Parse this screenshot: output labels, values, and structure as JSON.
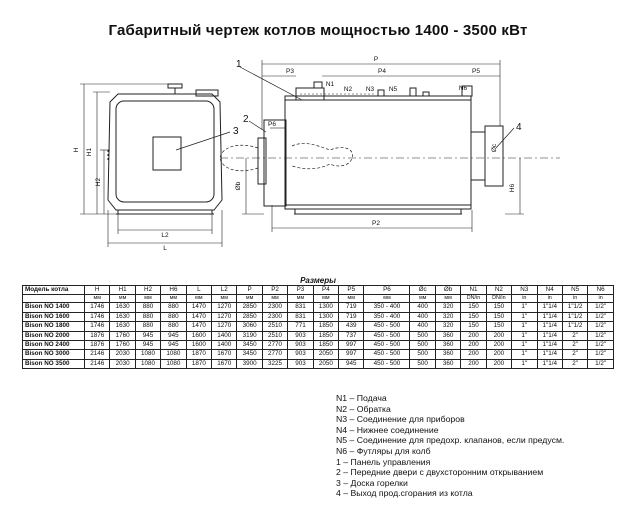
{
  "title": "Габаритный чертеж котлов мощностью  1400 - 3500 кВт",
  "drawing": {
    "dim_labels": [
      "H",
      "H1",
      "H2",
      "L",
      "L2",
      "P",
      "P2",
      "P3",
      "P4",
      "P5",
      "P6",
      "N1",
      "N2",
      "N3",
      "N5",
      "N6",
      "H6",
      "Øc",
      "Øb"
    ],
    "callouts": [
      "1",
      "2",
      "3",
      "4"
    ]
  },
  "dimensions": {
    "title": "Размеры",
    "columns": [
      "Модель котла",
      "H",
      "H1",
      "H2",
      "H6",
      "L",
      "L2",
      "P",
      "P2",
      "P3",
      "P4",
      "P5",
      "P6",
      "Øc",
      "Øb",
      "N1",
      "N2",
      "N3",
      "N4",
      "N5",
      "N6"
    ],
    "units": [
      "",
      "мм",
      "мм",
      "мм",
      "мм",
      "мм",
      "мм",
      "мм",
      "мм",
      "мм",
      "мм",
      "мм",
      "мм",
      "мм",
      "мм",
      "DN/in",
      "DN/in",
      "in",
      "in",
      "in",
      "in"
    ],
    "rows": [
      [
        "Bison NO 1400",
        "1746",
        "1630",
        "880",
        "880",
        "1470",
        "1270",
        "2850",
        "2300",
        "831",
        "1300",
        "719",
        "350 - 400",
        "400",
        "320",
        "150",
        "150",
        "1\"",
        "1\"1/4",
        "1\"1/2",
        "1/2\""
      ],
      [
        "Bison NO 1600",
        "1746",
        "1630",
        "880",
        "880",
        "1470",
        "1270",
        "2850",
        "2300",
        "831",
        "1300",
        "719",
        "350 - 400",
        "400",
        "320",
        "150",
        "150",
        "1\"",
        "1\"1/4",
        "1\"1/2",
        "1/2\""
      ],
      [
        "Bison NO 1800",
        "1746",
        "1630",
        "880",
        "880",
        "1470",
        "1270",
        "3060",
        "2510",
        "771",
        "1850",
        "439",
        "450 - 500",
        "400",
        "320",
        "150",
        "150",
        "1\"",
        "1\"1/4",
        "1\"1/2",
        "1/2\""
      ],
      [
        "Bison NO 2000",
        "1876",
        "1760",
        "945",
        "945",
        "1600",
        "1400",
        "3190",
        "2510",
        "903",
        "1850",
        "737",
        "450 - 500",
        "500",
        "360",
        "200",
        "200",
        "1\"",
        "1\"1/4",
        "2\"",
        "1/2\""
      ],
      [
        "Bison NO 2400",
        "1876",
        "1760",
        "945",
        "945",
        "1600",
        "1400",
        "3450",
        "2770",
        "903",
        "1850",
        "997",
        "450 - 500",
        "500",
        "360",
        "200",
        "200",
        "1\"",
        "1\"1/4",
        "2\"",
        "1/2\""
      ],
      [
        "Bison NO 3000",
        "2146",
        "2030",
        "1080",
        "1080",
        "1870",
        "1670",
        "3450",
        "2770",
        "903",
        "2050",
        "997",
        "450 - 500",
        "500",
        "360",
        "200",
        "200",
        "1\"",
        "1\"1/4",
        "2\"",
        "1/2\""
      ],
      [
        "Bison NO 3500",
        "2146",
        "2030",
        "1080",
        "1080",
        "1870",
        "1670",
        "3900",
        "3225",
        "903",
        "2050",
        "945",
        "450 - 500",
        "500",
        "360",
        "200",
        "200",
        "1\"",
        "1\"1/4",
        "2\"",
        "1/2\""
      ]
    ]
  },
  "legend": [
    "N1 – Подача",
    "N2 – Обратка",
    "N3 – Соединение для приборов",
    "N4 – Нижнее соединение",
    "N5 – Соединение для предохр. клапанов, если предусм.",
    "N6 – Футляры для колб",
    "1 – Панель  управления",
    "2 – Передние двери с двухсторонним открыванием",
    "3 – Доска горелки",
    "4 – Выход прод.сгорания из котла"
  ]
}
